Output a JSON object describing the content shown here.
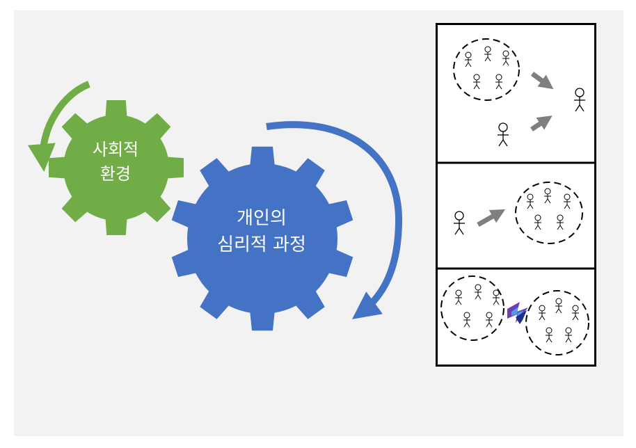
{
  "gears": {
    "social_environment": {
      "line1": "사회적",
      "line2": "환경",
      "color": "#70ad47"
    },
    "psychological_process": {
      "line1": "개인의",
      "line2": "심리적 과정",
      "color": "#4472c4"
    }
  },
  "colors": {
    "background": "#f2f2f2",
    "arrow_gray": "#7f7f7f",
    "panel_border": "#000000"
  },
  "panels": [
    {
      "scene": "person-leaving-group-and-person-joining"
    },
    {
      "scene": "person-joining-group"
    },
    {
      "scene": "two-groups-in-conflict"
    }
  ],
  "icons": [
    "rotation-arrow-icon",
    "stick-figure-icon",
    "group-circle-icon",
    "gray-arrow-icon",
    "conflict-lightning-icon"
  ]
}
